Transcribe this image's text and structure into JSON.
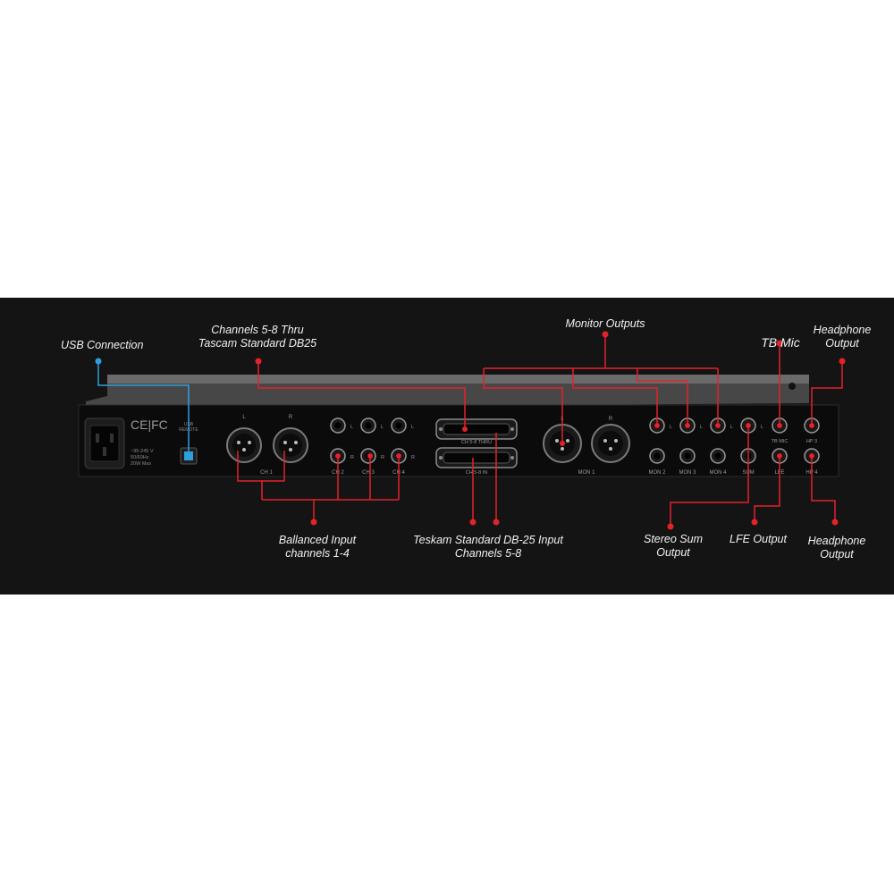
{
  "colors": {
    "background": "#141414",
    "page": "#ffffff",
    "callout_red": "#e3222b",
    "callout_blue": "#2e9fdc",
    "panel": "#0b0b0b",
    "ear": "#5a5a5a"
  },
  "callouts": {
    "usb_connection": "USB Connection",
    "channels_thru_line1": "Channels 5-8 Thru",
    "channels_thru_line2": "Tascam Standard DB25",
    "monitor_outputs": "Monitor Outputs",
    "tb_mic": "TB Mic",
    "headphone_top_line1": "Headphone",
    "headphone_top_line2": "Output",
    "balanced_line1": "Ballanced Input",
    "balanced_line2": "channels 1-4",
    "db25_input_line1": "Teskam Standard DB-25 Input",
    "db25_input_line2": "Channels 5-8",
    "stereo_sum_line1": "Stereo Sum",
    "stereo_sum_line2": "Output",
    "lfe_output": "LFE Output",
    "headphone_bottom_line1": "Headphone",
    "headphone_bottom_line2": "Output"
  },
  "panel_labels": {
    "ce_fcc": "CE|FC",
    "power_line1": "~95-245 V",
    "power_line2": "50/60Hz",
    "power_line3": "20W Max",
    "usb_line1": "USB",
    "usb_line2": "REMOTE",
    "xlr_left": "L",
    "xlr_right": "R",
    "ch1": "CH 1",
    "ch2": "CH 2",
    "ch3": "CH 3",
    "ch4": "CH 4",
    "jack_l": "L",
    "jack_r": "R",
    "db25_thru": "CH 5-8 THRU",
    "db25_in": "CH 5-8 IN",
    "mon1": "MON 1",
    "mon2": "MON 2",
    "mon3": "MON 3",
    "mon4": "MON 4",
    "sum": "SUM",
    "tb_mic": "TB MIC",
    "lfe": "LFE",
    "hp3": "HP 3",
    "hp4": "HP 4"
  }
}
